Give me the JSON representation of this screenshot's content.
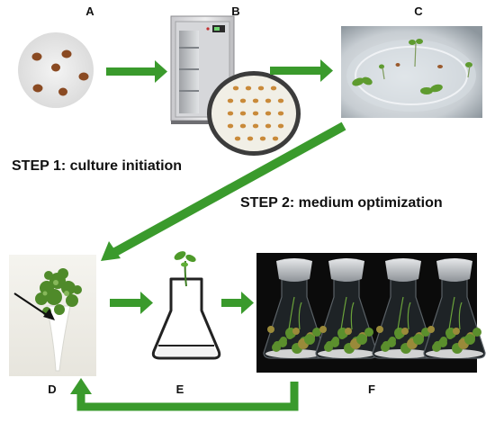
{
  "labels": {
    "a": "A",
    "b": "B",
    "c": "C",
    "d": "D",
    "e": "E",
    "f": "F"
  },
  "steps": {
    "step1": "STEP 1: culture initiation",
    "step2": "STEP 2: medium optimization"
  },
  "colors": {
    "arrow_green": "#3a9a2c",
    "seed_brown": "#8a4a22",
    "plant_green": "#4f8a2a",
    "medium_white": "#f2f2f2",
    "photo_dark": "#0b0b0b"
  }
}
